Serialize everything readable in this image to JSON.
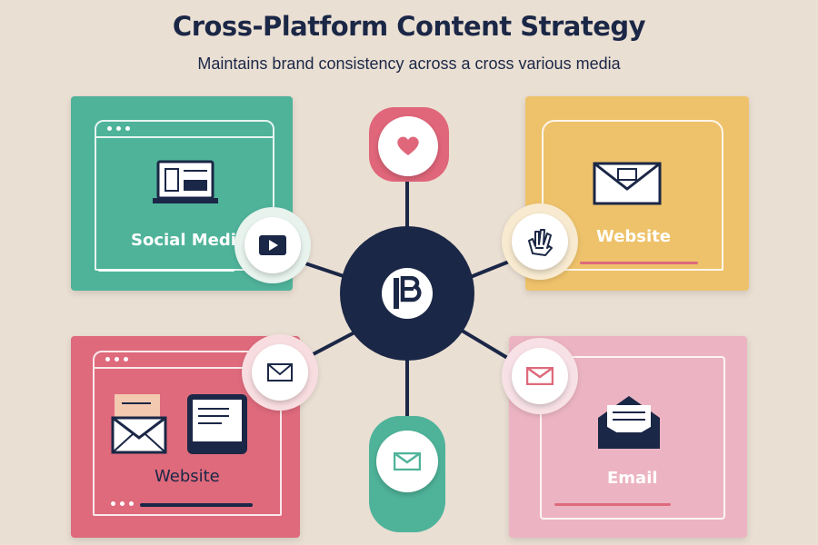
{
  "header": {
    "title": "Cross-Platform Content Strategy",
    "subtitle": "Maintains brand consistency across a cross various media"
  },
  "hub": {
    "icon": "brand-logo-icon"
  },
  "cards": [
    {
      "id": "top-left",
      "label": "Social Media",
      "color": "#4fb39a",
      "icon": "laptop-icon",
      "badge_icon": "video-play-icon"
    },
    {
      "id": "top-right",
      "label": "Website",
      "color": "#eec26a",
      "icon": "envelope-icon",
      "badge_icon": "hand-icon"
    },
    {
      "id": "bottom-left",
      "label": "Website",
      "color": "#de6a7c",
      "icon": "envelope-document-icon",
      "badge_icon": "mail-icon"
    },
    {
      "id": "bottom-right",
      "label": "Email",
      "color": "#ecb4c2",
      "icon": "open-envelope-icon",
      "badge_icon": "mail-icon"
    }
  ],
  "satellites": [
    {
      "id": "top",
      "color": "#e0667a",
      "icon": "heart-icon"
    },
    {
      "id": "bottom",
      "color": "#4fb39a",
      "icon": "mail-icon"
    }
  ],
  "colors": {
    "background": "#eadfd3",
    "navy": "#1b2746",
    "teal": "#4fb39a",
    "yellow": "#eec26a",
    "pink": "#de6a7c",
    "light_pink": "#ecb4c2"
  }
}
